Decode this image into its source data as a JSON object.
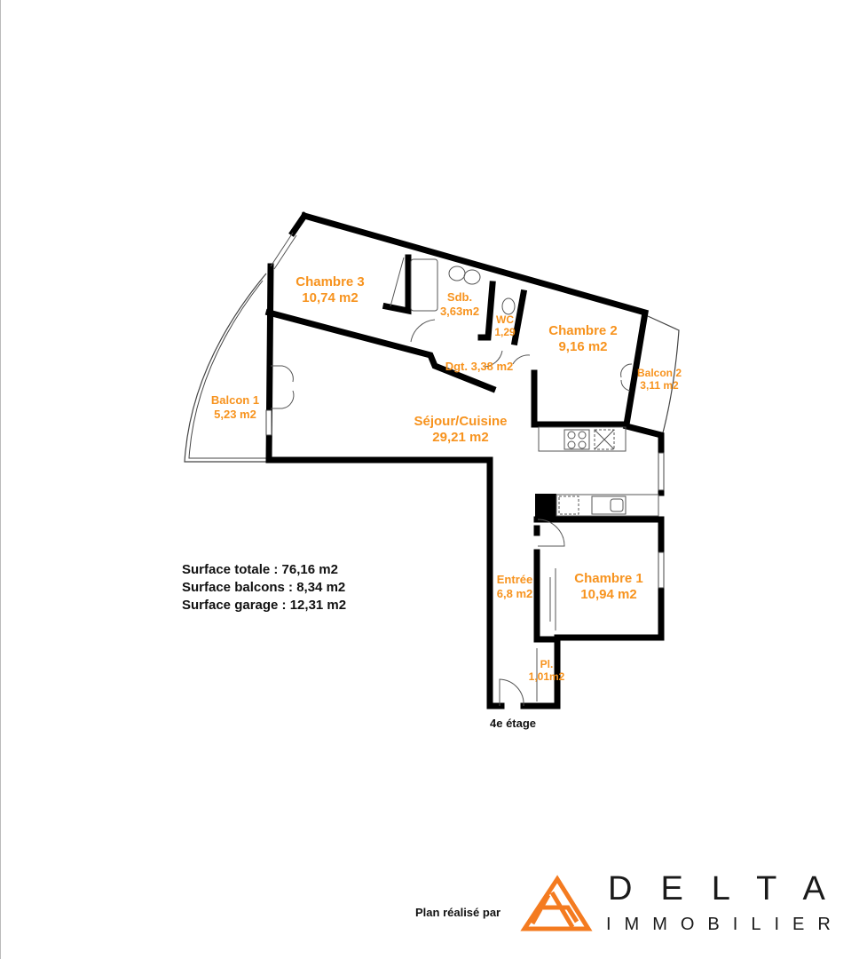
{
  "rooms": {
    "chambre3": {
      "name": "Chambre 3",
      "area": "10,74 m2"
    },
    "sdb": {
      "name": "Sdb.",
      "area": "3,63m2"
    },
    "wc": {
      "name": "WC",
      "area": "1,29"
    },
    "chambre2": {
      "name": "Chambre 2",
      "area": "9,16 m2"
    },
    "balcon2": {
      "name": "Balcon 2",
      "area": "3,11 m2"
    },
    "dgt": {
      "name": "Dgt. 3,38 m2"
    },
    "balcon1": {
      "name": "Balcon 1",
      "area": "5,23 m2"
    },
    "sejour": {
      "name": "Séjour/Cuisine",
      "area": "29,21 m2"
    },
    "entree": {
      "name": "Entrée",
      "area": "6,8 m2"
    },
    "chambre1": {
      "name": "Chambre 1",
      "area": "10,94 m2"
    },
    "placard": {
      "name": "Pl.",
      "area": "1,01m2"
    }
  },
  "summary": {
    "total": "Surface totale : 76,16 m2",
    "balcons": "Surface balcons : 8,34 m2",
    "garage": "Surface garage : 12,31 m2"
  },
  "floor_label": "4e étage",
  "credit": {
    "text": "Plan réalisé par",
    "brand": "DELTA",
    "brand_sub": "IMMOBILIER"
  },
  "colors": {
    "label": "#f7931e",
    "wall": "#000000",
    "logo": "#f47b20"
  }
}
